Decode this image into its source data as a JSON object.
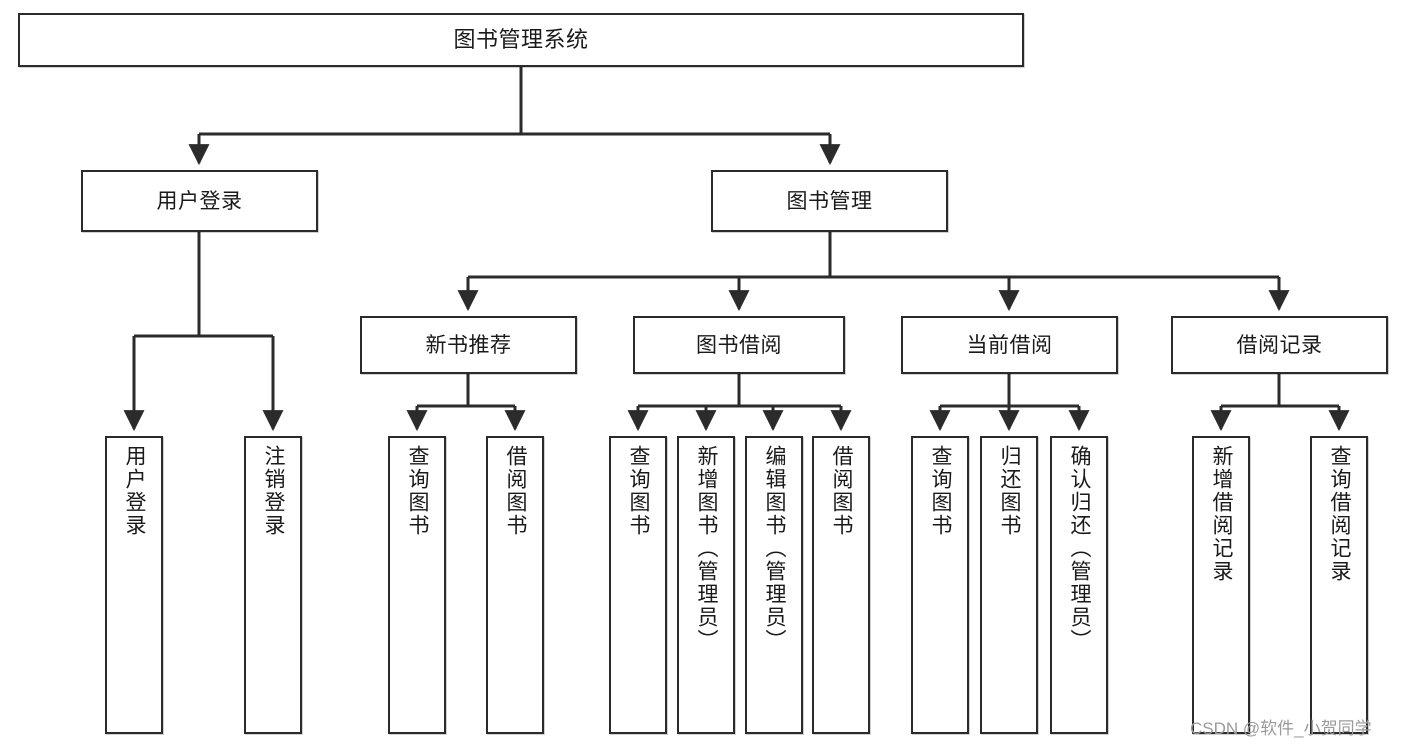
{
  "diagram": {
    "title": "图书管理系统",
    "watermark": "CSDN @软件_小贺同学",
    "root": {
      "label": "图书管理系统"
    },
    "level2": [
      {
        "label": "用户登录"
      },
      {
        "label": "图书管理"
      }
    ],
    "level3": [
      {
        "label": "新书推荐"
      },
      {
        "label": "图书借阅"
      },
      {
        "label": "当前借阅"
      },
      {
        "label": "借阅记录"
      }
    ],
    "leaves": {
      "user_login": [
        {
          "label": "用户登录"
        },
        {
          "label": "注销登录"
        }
      ],
      "new_book": [
        {
          "label": "查询图书"
        },
        {
          "label": "借阅图书"
        }
      ],
      "book_borrow": [
        {
          "label": "查询图书"
        },
        {
          "label": "新增图书（管理员）"
        },
        {
          "label": "编辑图书（管理员）"
        },
        {
          "label": "借阅图书"
        }
      ],
      "current_borrow": [
        {
          "label": "查询图书"
        },
        {
          "label": "归还图书"
        },
        {
          "label": "确认归还（管理员）"
        }
      ],
      "borrow_record": [
        {
          "label": "新增借阅记录"
        },
        {
          "label": "查询借阅记录"
        }
      ]
    },
    "colors": {
      "stroke": "#2b2b2b",
      "fill": "#ffffff",
      "text": "#1a1a1a",
      "watermark": "#9b9b9b"
    }
  }
}
